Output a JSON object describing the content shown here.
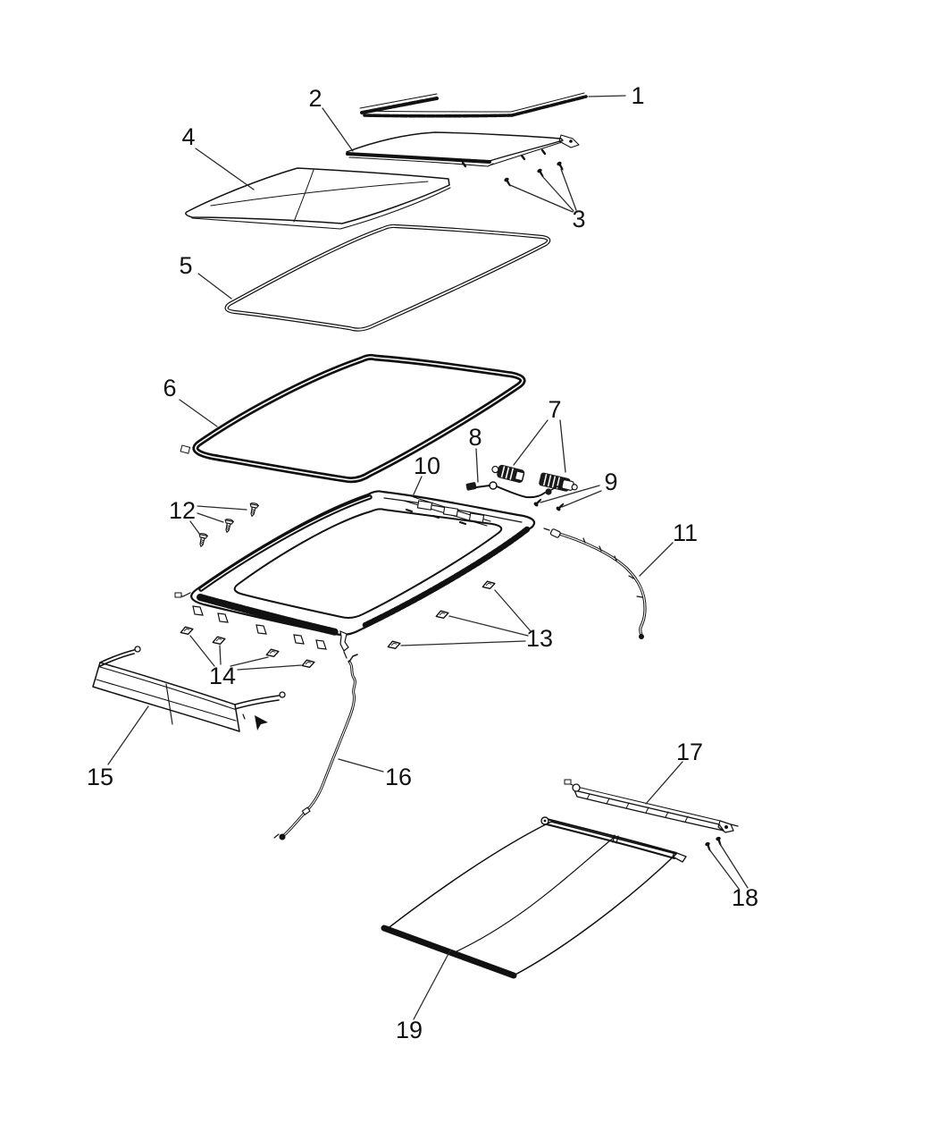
{
  "page": {
    "background_color": "#ffffff",
    "line_color": "#111111"
  },
  "diagram": {
    "kind": "exploded-parts-line-drawing",
    "callout_count": 19,
    "callouts": [
      {
        "number": "1"
      },
      {
        "number": "2"
      },
      {
        "number": "3"
      },
      {
        "number": "4"
      },
      {
        "number": "5"
      },
      {
        "number": "6"
      },
      {
        "number": "7"
      },
      {
        "number": "8"
      },
      {
        "number": "9"
      },
      {
        "number": "10"
      },
      {
        "number": "11"
      },
      {
        "number": "12"
      },
      {
        "number": "13"
      },
      {
        "number": "14"
      },
      {
        "number": "15"
      },
      {
        "number": "16"
      },
      {
        "number": "17"
      },
      {
        "number": "18"
      },
      {
        "number": "19"
      }
    ]
  }
}
